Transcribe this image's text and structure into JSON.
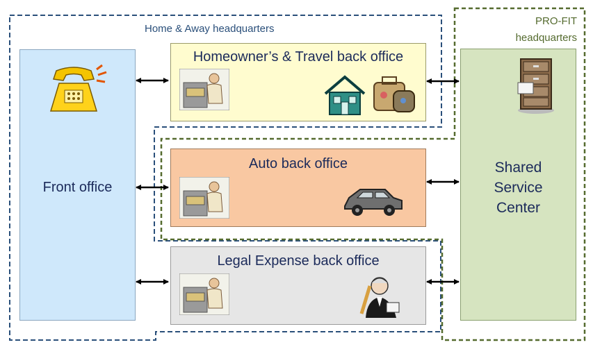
{
  "headquarters": {
    "home_away": "Home & Away headquarters",
    "profit_line1": "PRO-FIT",
    "profit_line2": "headquarters"
  },
  "front_office": {
    "label": "Front office",
    "icon": "telephone-icon"
  },
  "back_offices": [
    {
      "label": "Homeowner’s & Travel back office",
      "icons": [
        "filing-clerk-icon",
        "house-icon",
        "luggage-icon"
      ]
    },
    {
      "label": "Auto back office",
      "icons": [
        "filing-clerk-icon",
        "car-icon"
      ]
    },
    {
      "label": "Legal Expense back office",
      "icons": [
        "filing-clerk-icon",
        "lawyer-icon"
      ]
    }
  ],
  "shared_service_center": {
    "line1": "Shared",
    "line2": "Service",
    "line3": "Center",
    "icon": "filing-cabinet-icon"
  },
  "colors": {
    "front_office": "#cfe8fb",
    "homeowners": "#fffccf",
    "auto": "#f9c8a2",
    "legal": "#e6e6e6",
    "shared": "#d6e4c0",
    "home_away_border": "#2a4f7a",
    "profit_border": "#556b2f",
    "text": "#1b2a5a"
  }
}
